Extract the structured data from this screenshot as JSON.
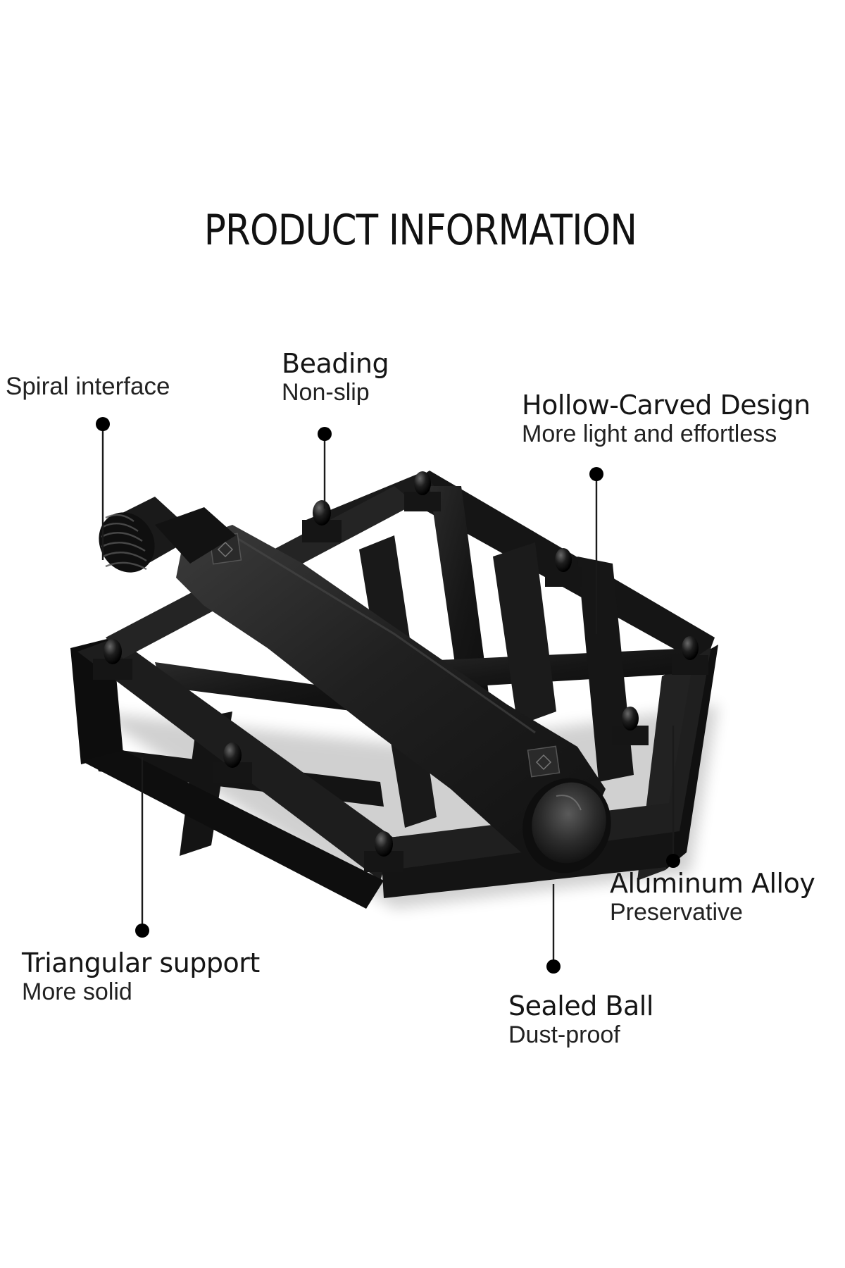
{
  "title": "PRODUCT INFORMATION",
  "product": "bicycle-pedal",
  "callouts": [
    {
      "id": "spiral",
      "heading": "",
      "subtext": "Spiral interface"
    },
    {
      "id": "beading",
      "heading": "Beading",
      "subtext": "Non-slip"
    },
    {
      "id": "hollow",
      "heading": "Hollow-Carved Design",
      "subtext": "More light and effortless"
    },
    {
      "id": "aluminum",
      "heading": "Aluminum Alloy",
      "subtext": "Preservative"
    },
    {
      "id": "triangular",
      "heading": "Triangular support",
      "subtext": "More solid"
    },
    {
      "id": "sealed",
      "heading": "Sealed Ball",
      "subtext": "Dust-proof"
    }
  ],
  "colors": {
    "background": "#ffffff",
    "text": "#111111",
    "pedal_body": "#1c1c1c",
    "pedal_highlight": "#3a3a3a"
  }
}
